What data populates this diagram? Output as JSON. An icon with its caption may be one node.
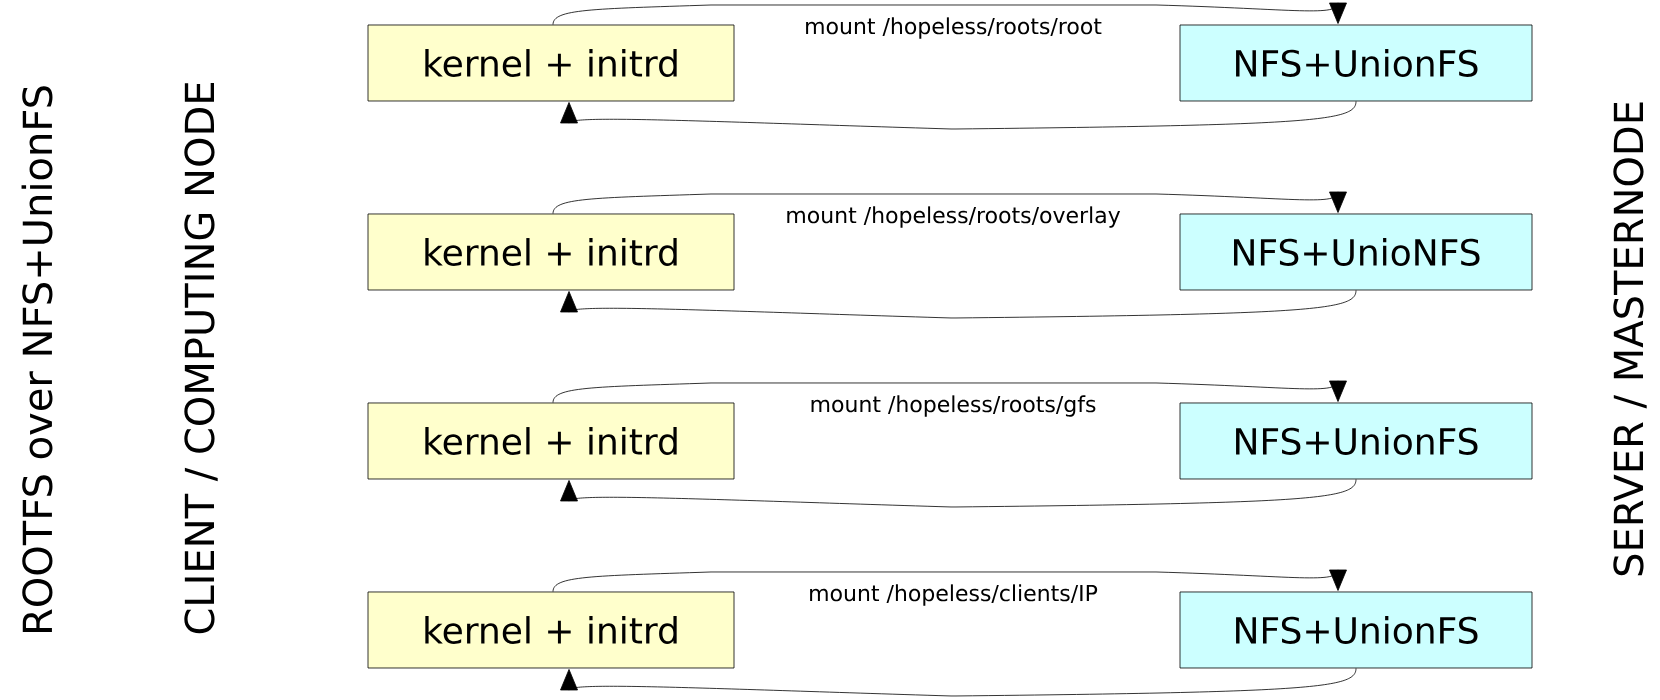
{
  "diagram": {
    "nodes": [
      {
        "text": [
          "kernel + initrd"
        ]
      },
      {
        "text": [
          "NFS+UnionFS"
        ]
      },
      {
        "text": [
          "kernel + initrd"
        ]
      },
      {
        "text": [
          "NFS+UnioNFS"
        ]
      },
      {
        "text": [
          "kernel + initrd"
        ]
      },
      {
        "text": [
          "NFS+UnionFS"
        ]
      },
      {
        "text": [
          "kernel + initrd"
        ]
      },
      {
        "text": [
          "NFS+UnionFS"
        ]
      }
    ],
    "edges": [
      {
        "from": 0,
        "to": 1,
        "arrow": "to",
        "label": "mount /hopeless/roots/root"
      },
      {
        "from": 1,
        "to": 0,
        "arrow": "to"
      },
      {
        "from": 2,
        "to": 3,
        "arrow": "to",
        "label": "mount /hopeless/roots/overlay"
      },
      {
        "from": 3,
        "to": 2,
        "arrow": "to"
      },
      {
        "from": 4,
        "to": 5,
        "arrow": "to",
        "label": "mount /hopeless/roots/gfs"
      },
      {
        "from": 5,
        "to": 4,
        "arrow": "to"
      },
      {
        "from": 6,
        "to": 7,
        "arrow": "to",
        "label": "mount /hopeless/clients/IP"
      },
      {
        "from": 7,
        "to": 6,
        "arrow": "to"
      }
    ],
    "labels": [
      "ROOTFS over NFS+UnionFS",
      "CLIENT / COMPUTING NODE",
      "SERVER / MASTERNODE"
    ]
  }
}
